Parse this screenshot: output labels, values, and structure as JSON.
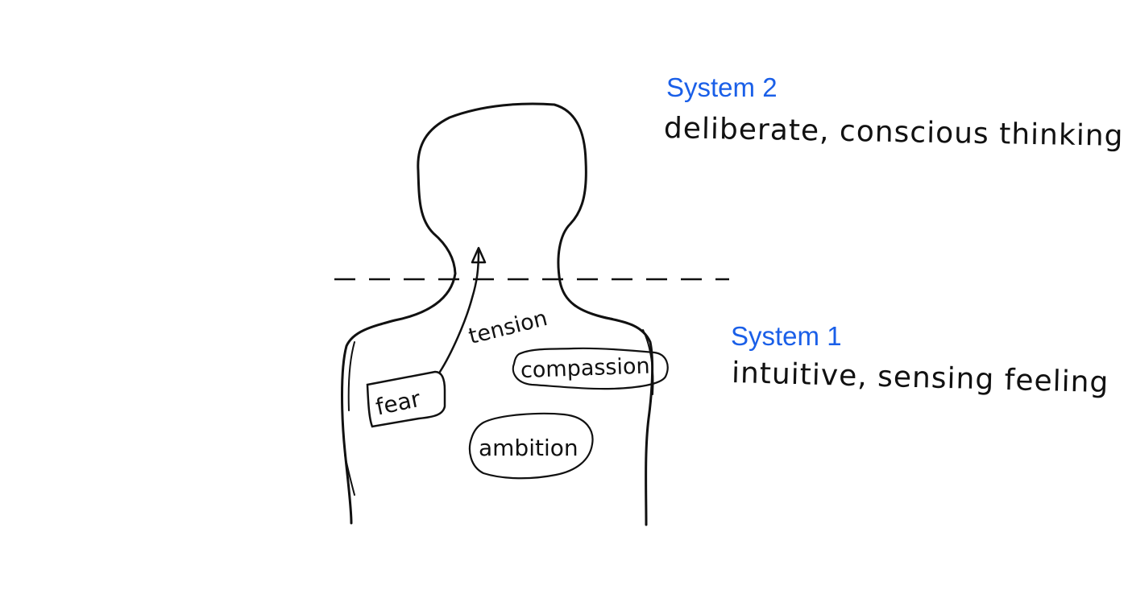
{
  "system2": {
    "label": "System 2",
    "description": "deliberate, conscious thinking"
  },
  "system1": {
    "label": "System 1",
    "description": "intuitive, sensing feeling"
  },
  "body_words": {
    "tension": "tension",
    "fear": "fear",
    "compassion": "compassion",
    "ambition": "ambition"
  },
  "colors": {
    "label_blue": "#1a5fe8",
    "ink": "#111111"
  }
}
